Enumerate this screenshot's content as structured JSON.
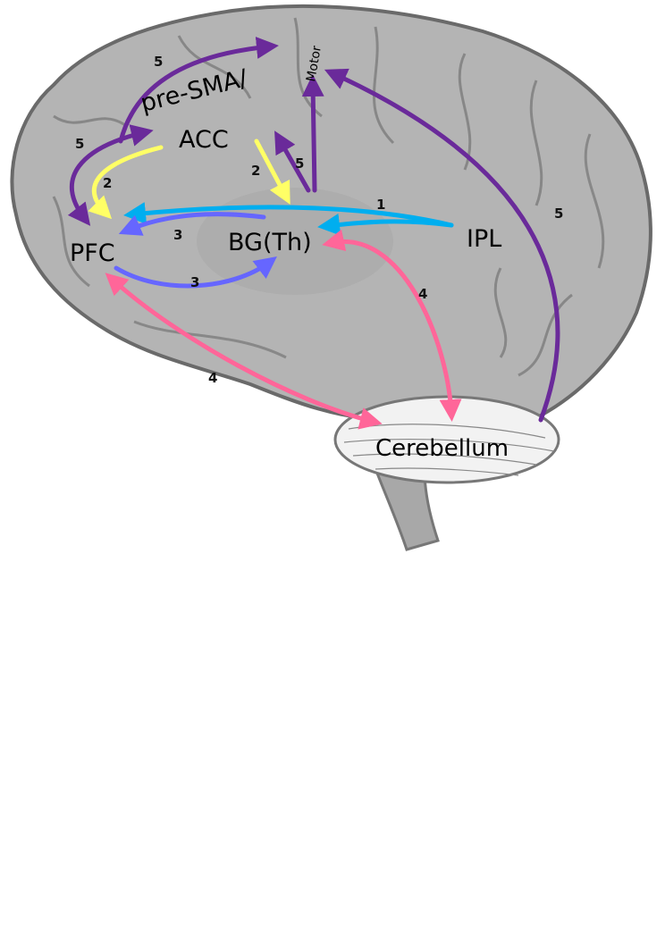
{
  "regions": {
    "pre_sma": "pre-SMA/",
    "motor": "Motor",
    "acc": "ACC",
    "pfc": "PFC",
    "bg": "BG(Th)",
    "ipl": "IPL",
    "cerebellum": "Cerebellum"
  },
  "pathway_numbers": {
    "p5_top": "5",
    "p5_left": "5",
    "p2_left": "2",
    "p2_mid": "2",
    "p5_mid": "5",
    "p1": "1",
    "p3_upper": "3",
    "p3_lower": "3",
    "p4_right": "4",
    "p4_left": "4",
    "p5_right": "5"
  },
  "colors": {
    "brain": "#b4b4b4",
    "pathway1": "#00aeef",
    "pathway2": "#ffff66",
    "pathway3": "#6666ff",
    "pathway4": "#ff6699",
    "pathway5": "#6a2a9a"
  }
}
